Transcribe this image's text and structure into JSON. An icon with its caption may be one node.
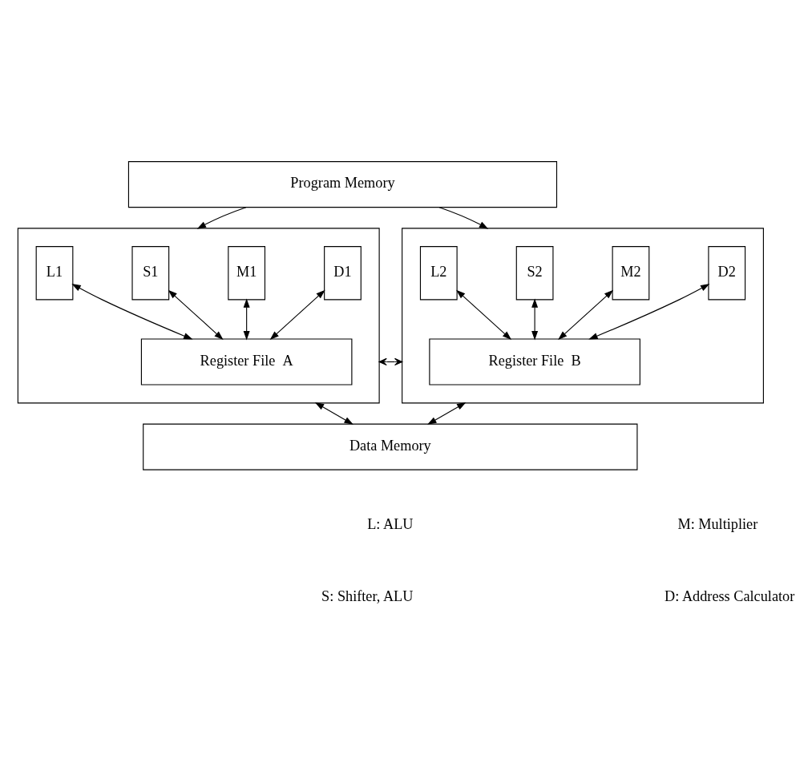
{
  "diagram": {
    "nodes": [
      {
        "text": [
          "Program Memory"
        ]
      },
      {
        "text": [],
        "shape": "box"
      },
      {
        "text": [
          "L1"
        ],
        "in": 1
      },
      {
        "text": [
          "S1"
        ],
        "in": 1
      },
      {
        "text": [
          "M1"
        ],
        "in": 1
      },
      {
        "text": [
          "D1"
        ],
        "in": 1
      },
      {
        "text": [
          "Register File  A"
        ],
        "in": 1
      },
      {
        "text": [],
        "shape": "box"
      },
      {
        "text": [
          "L2"
        ],
        "in": 7
      },
      {
        "text": [
          "S2"
        ],
        "in": 7
      },
      {
        "text": [
          "M2"
        ],
        "in": 7
      },
      {
        "text": [
          "D2"
        ],
        "in": 7
      },
      {
        "text": [
          "Register File  B"
        ],
        "in": 7
      },
      {
        "text": [
          "Data Memory"
        ]
      }
    ],
    "edges": [
      {
        "from": 0,
        "to": 1,
        "arrow": "to"
      },
      {
        "from": 0,
        "to": 7,
        "arrow": "to"
      },
      {
        "from": 2,
        "to": 6,
        "arrow": "both"
      },
      {
        "from": 3,
        "to": 6,
        "arrow": "both"
      },
      {
        "from": 4,
        "to": 6,
        "arrow": "both"
      },
      {
        "from": 5,
        "to": 6,
        "arrow": "both"
      },
      {
        "from": 1,
        "to": 7,
        "arrow": "both"
      },
      {
        "from": 8,
        "to": 12,
        "arrow": "both"
      },
      {
        "from": 9,
        "to": 12,
        "arrow": "both"
      },
      {
        "from": 10,
        "to": 12,
        "arrow": "both"
      },
      {
        "from": 11,
        "to": 12,
        "arrow": "both"
      },
      {
        "from": 1,
        "to": 13,
        "arrow": "both"
      },
      {
        "from": 7,
        "to": 13,
        "arrow": "both"
      }
    ],
    "labels": [
      "L: ALU",
      "M: Multiplier",
      "S: Shifter, ALU",
      "D: Address Calculator"
    ]
  }
}
